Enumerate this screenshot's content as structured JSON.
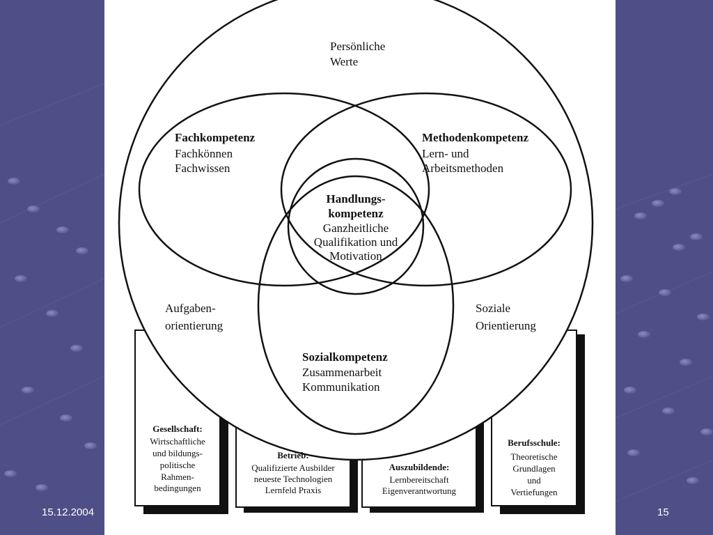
{
  "slide": {
    "date": "15.12.2004",
    "page_number": "15"
  },
  "colors": {
    "background": "#4e4f86",
    "panel": "#ffffff",
    "ink": "#111111"
  },
  "diagram": {
    "outer": {
      "line1": "Persönliche",
      "line2": "Werte"
    },
    "fach": {
      "title": "Fachkompetenz",
      "line1": "Fachkönnen",
      "line2": "Fachwissen"
    },
    "methoden": {
      "title": "Methodenkompetenz",
      "line1": "Lern- und",
      "line2": "Arbeitsmethoden"
    },
    "handlung": {
      "title1": "Handlungs-",
      "title2": "kompetenz",
      "line1": "Ganzheitliche",
      "line2": "Qualifikation und",
      "line3": "Motivation"
    },
    "aufgaben": {
      "line1": "Aufgaben-",
      "line2": "orientierung"
    },
    "soziale": {
      "line1": "Soziale",
      "line2": "Orientierung"
    },
    "sozial": {
      "title": "Sozialkompetenz",
      "line1": "Zusammenarbeit",
      "line2": "Kommunikation"
    }
  },
  "pillars": {
    "gesellschaft": {
      "title": "Gesellschaft:",
      "lines": [
        "Wirtschaftliche",
        "und bildungs-",
        "politische",
        "Rahmen-",
        "bedingungen"
      ]
    },
    "betrieb": {
      "title": "Betrieb:",
      "lines": [
        "Qualifizierte Ausbilder",
        "neueste Technologien",
        "Lernfeld Praxis"
      ]
    },
    "auszubildende": {
      "title": "Auszubildende:",
      "lines": [
        "Lernbereitschaft",
        "Eigenverantwortung"
      ]
    },
    "berufsschule": {
      "title": "Berufsschule:",
      "lines": [
        "Theoretische",
        "Grundlagen",
        "und",
        "Vertiefungen"
      ]
    }
  }
}
